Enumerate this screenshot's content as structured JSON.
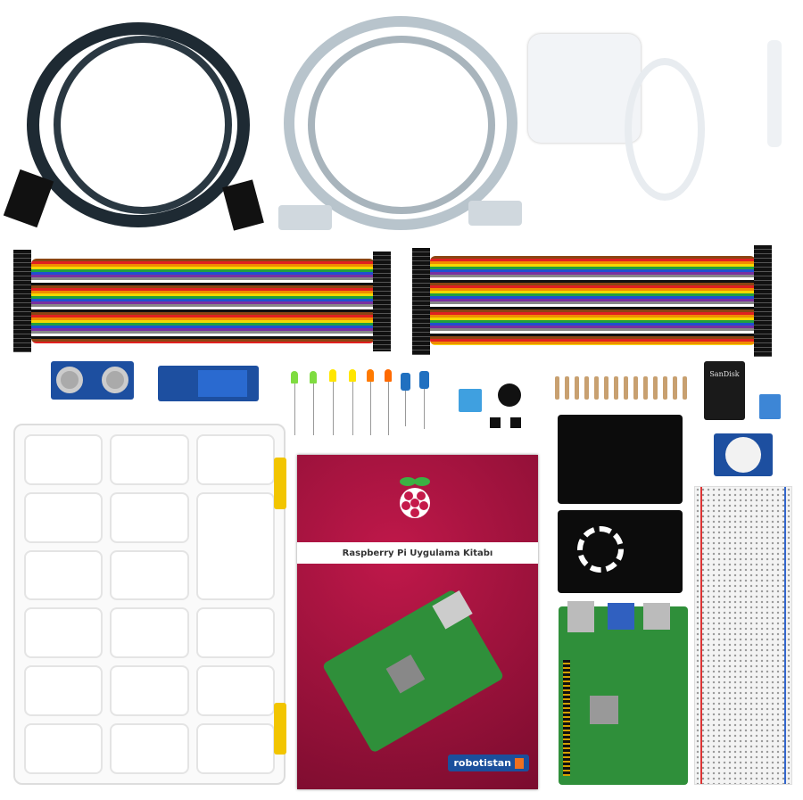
{
  "book": {
    "title": "Raspberry Pi Uygulama Kitabı",
    "brand": "robotistan"
  },
  "sd_card": {
    "brand": "SanDisk"
  },
  "colors": {
    "book": "#a8143e",
    "latch": "#f2c500",
    "pcb": "#2f8f3a",
    "hdmi": "#1e2a33",
    "ethernet": "#b8c4cc"
  },
  "items": [
    "hdmi-cable",
    "ethernet-cable",
    "power-supply",
    "jumper-wires",
    "ultrasonic-sensor",
    "relay-module",
    "leds",
    "capacitors",
    "dht-sensor",
    "buzzer",
    "resistors",
    "sd-card",
    "pir-sensor",
    "acrylic-case",
    "breadboard",
    "raspberry-pi-board",
    "organizer-box",
    "book"
  ]
}
